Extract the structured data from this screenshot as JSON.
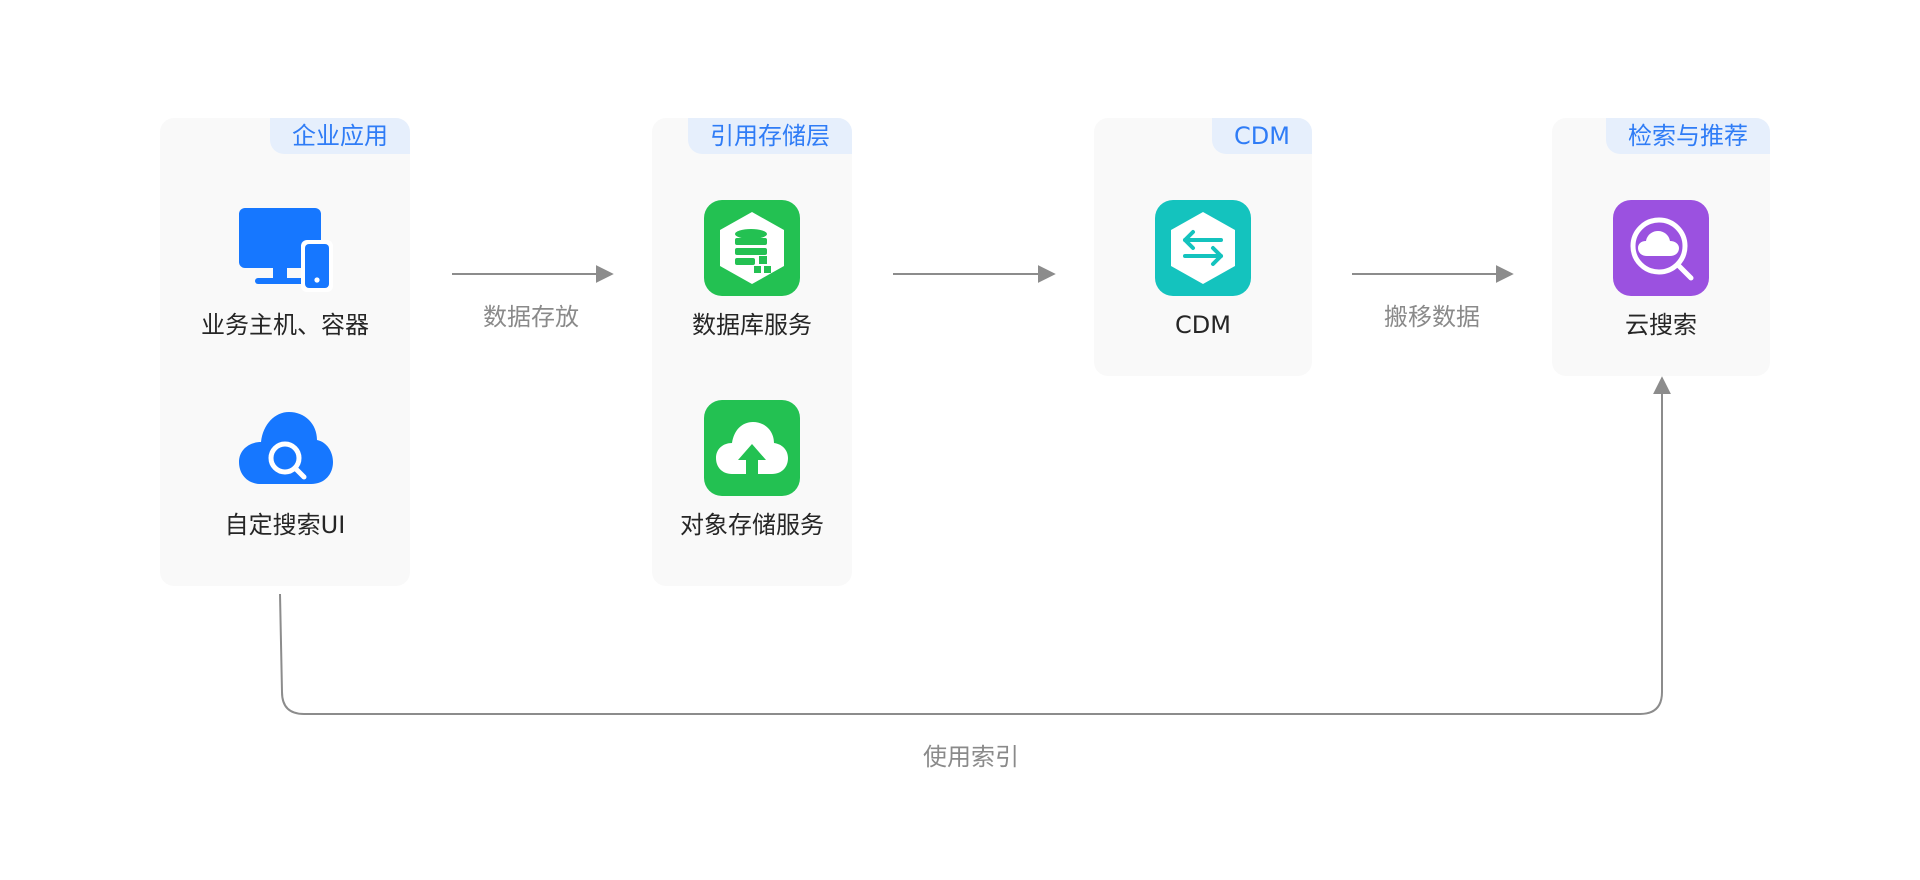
{
  "groups": {
    "enterprise": {
      "tag": "企业应用"
    },
    "storage": {
      "tag": "引用存储层"
    },
    "cdm": {
      "tag": "CDM"
    },
    "search": {
      "tag": "检索与推荐"
    }
  },
  "nodes": {
    "host": {
      "label": "业务主机、容器",
      "icon": "desktop-mobile-icon",
      "color": "#1677ff"
    },
    "custom_ui": {
      "label": "自定搜索UI",
      "icon": "cloud-search-icon",
      "color": "#1677ff"
    },
    "database": {
      "label": "数据库服务",
      "icon": "database-icon",
      "color": "#23c152"
    },
    "object_storage": {
      "label": "对象存储服务",
      "icon": "cloud-upload-icon",
      "color": "#23c152"
    },
    "cdm": {
      "label": "CDM",
      "icon": "transfer-icon",
      "color": "#14c3be"
    },
    "cloud_search": {
      "label": "云搜索",
      "icon": "cloud-search-icon",
      "color": "#9b51e0"
    }
  },
  "edges": {
    "store": {
      "label": "数据存放"
    },
    "migrate": {
      "label": "搬移数据"
    },
    "use_index": {
      "label": "使用索引"
    }
  },
  "colors": {
    "tag_bg": "#e6effc",
    "tag_text": "#2f7cf6",
    "connector": "#8c8c8c"
  }
}
